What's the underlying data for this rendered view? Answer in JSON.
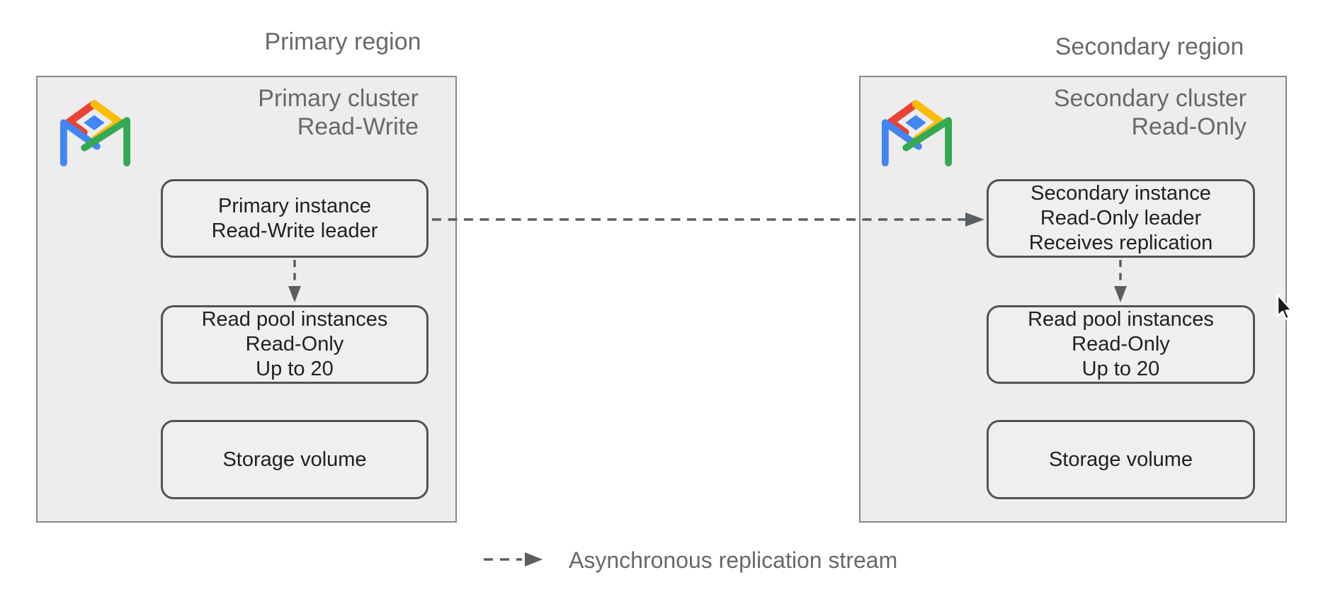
{
  "diagram": {
    "primary": {
      "region_label": "Primary region",
      "cluster_title": [
        "Primary cluster",
        "Read-Write"
      ],
      "nodes": [
        {
          "lines": [
            "Primary instance",
            "Read-Write leader"
          ]
        },
        {
          "lines": [
            "Read pool instances",
            "Read-Only",
            "Up to 20"
          ]
        },
        {
          "lines": [
            "Storage volume"
          ]
        }
      ]
    },
    "secondary": {
      "region_label": "Secondary region",
      "cluster_title": [
        "Secondary cluster",
        "Read-Only"
      ],
      "nodes": [
        {
          "lines": [
            "Secondary instance",
            "Read-Only leader",
            "Receives replication"
          ]
        },
        {
          "lines": [
            "Read pool instances",
            "Read-Only",
            "Up to 20"
          ]
        },
        {
          "lines": [
            "Storage volume"
          ]
        }
      ]
    },
    "legend": {
      "label": "Asynchronous replication stream"
    },
    "icons": {
      "cluster_icon": "alloydb-logo",
      "pointer": "mouse-cursor"
    },
    "colors": {
      "background": "#ffffff",
      "cluster_fill": "#ededee",
      "cluster_border": "#88898b",
      "node_fill": "#efeff0",
      "node_border": "#505356",
      "arrow": "#5b5e61",
      "muted_text": "#68696b",
      "node_text": "#202124",
      "logo_red": "#EA4335",
      "logo_yellow": "#FBBC04",
      "logo_green": "#34A853",
      "logo_blue": "#4285F4",
      "cursor_fill": "#1a1a1a",
      "cursor_outline": "#ffffff"
    }
  }
}
